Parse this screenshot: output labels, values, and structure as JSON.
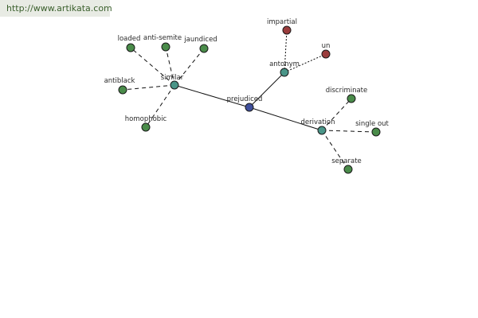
{
  "watermark": "http://www.artikata.com",
  "colors": {
    "center": "#3f4f9c",
    "relation": "#4a9588",
    "word": "#4a8c4a",
    "antonym_word": "#9a3c3c",
    "edge": "#111111"
  },
  "nodes": {
    "prejudiced": "prejudiced",
    "similar": "similar",
    "antonym": "antonym",
    "derivation": "derivation",
    "loaded": "loaded",
    "anti_semite": "anti-semite",
    "jaundiced": "jaundiced",
    "antiblack": "antiblack",
    "homophobic": "homophobic",
    "impartial": "impartial",
    "un": "un",
    "discriminate": "discriminate",
    "single_out": "single out",
    "separate": "separate"
  }
}
